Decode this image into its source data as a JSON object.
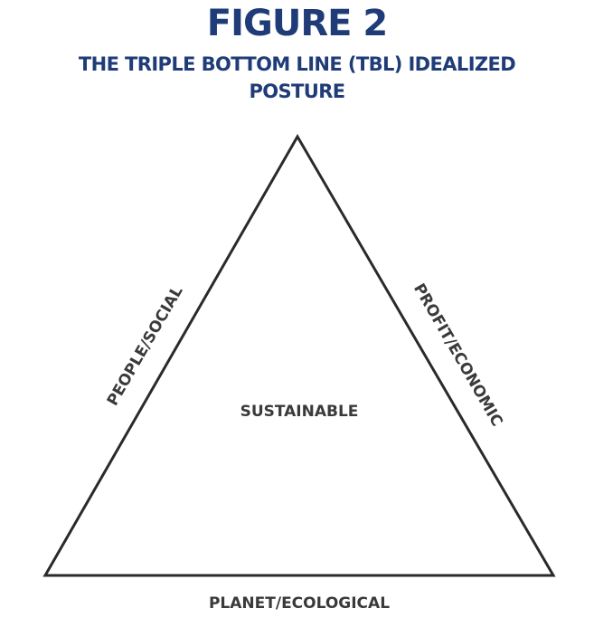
{
  "figure": {
    "title": "FIGURE 2",
    "subtitle": "THE TRIPLE BOTTOM LINE (TBL) IDEALIZED POSTURE"
  },
  "diagram": {
    "left_side_label": "PEOPLE/SOCIAL",
    "right_side_label": "PROFIT/ECONOMIC",
    "bottom_side_label": "PLANET/ECOLOGICAL",
    "center_label": "SUSTAINABLE"
  },
  "colors": {
    "title": "#1f3c78",
    "line": "#2a2a2a",
    "label": "#3a3a3a"
  }
}
